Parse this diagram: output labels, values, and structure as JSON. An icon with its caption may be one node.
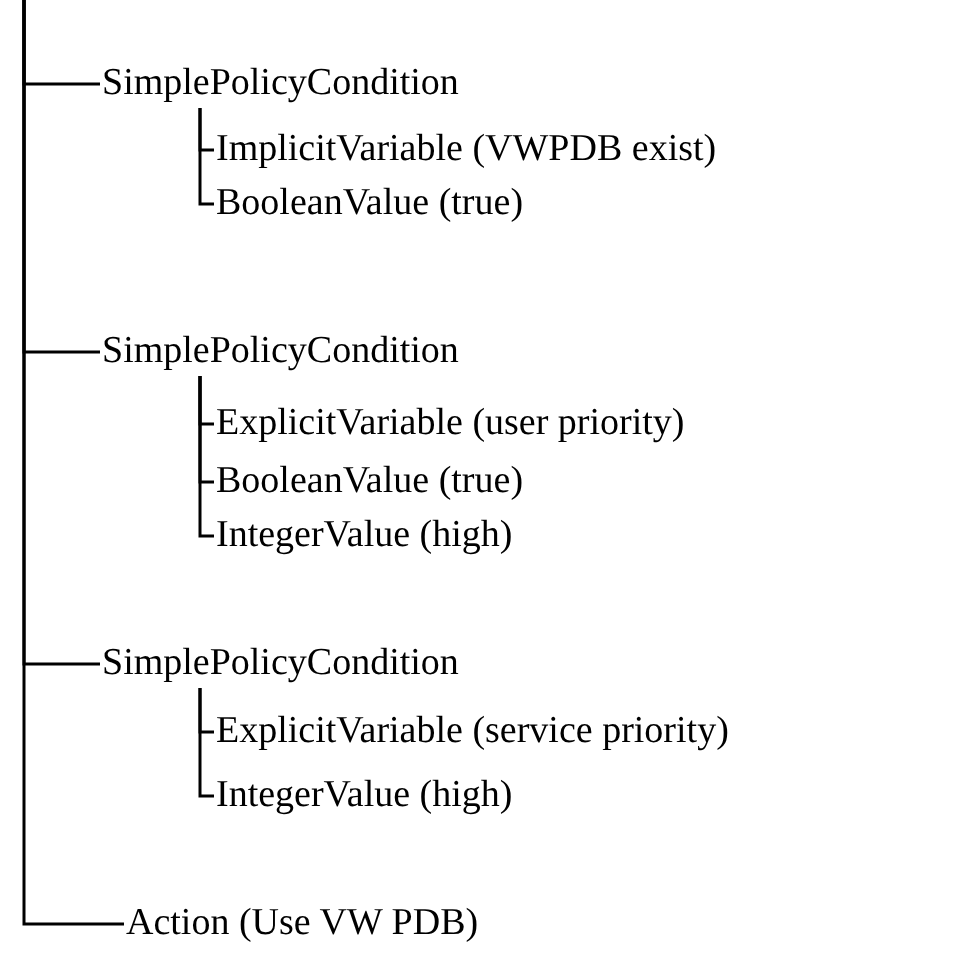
{
  "diagram": {
    "nodes": [
      {
        "text": [
          "SimplePolicyCondition"
        ]
      },
      {
        "text": [
          "ImplicitVariable (VWPDB  exist)"
        ]
      },
      {
        "text": [
          "BooleanValue (true)"
        ]
      },
      {
        "text": [
          "SimplePolicyCondition"
        ]
      },
      {
        "text": [
          "ExplicitVariable (user priority)"
        ]
      },
      {
        "text": [
          "BooleanValue (true)"
        ]
      },
      {
        "text": [
          "IntegerValue (high)"
        ]
      },
      {
        "text": [
          "SimplePolicyCondition"
        ]
      },
      {
        "text": [
          "ExplicitVariable (service priority)"
        ]
      },
      {
        "text": [
          "IntegerValue (high)"
        ]
      },
      {
        "text": [
          "Action (Use VW PDB)"
        ]
      }
    ],
    "edges": [
      {
        "from": null,
        "to": 0,
        "arrow": "none"
      },
      {
        "from": 0,
        "to": 1,
        "arrow": "none"
      },
      {
        "from": 0,
        "to": 2,
        "arrow": "none"
      },
      {
        "from": null,
        "to": 3,
        "arrow": "none"
      },
      {
        "from": 3,
        "to": 4,
        "arrow": "none"
      },
      {
        "from": 3,
        "to": 5,
        "arrow": "none"
      },
      {
        "from": 3,
        "to": 6,
        "arrow": "none"
      },
      {
        "from": null,
        "to": 7,
        "arrow": "none"
      },
      {
        "from": 7,
        "to": 8,
        "arrow": "none"
      },
      {
        "from": 7,
        "to": 9,
        "arrow": "none"
      },
      {
        "from": null,
        "to": 10,
        "arrow": "none"
      }
    ]
  }
}
